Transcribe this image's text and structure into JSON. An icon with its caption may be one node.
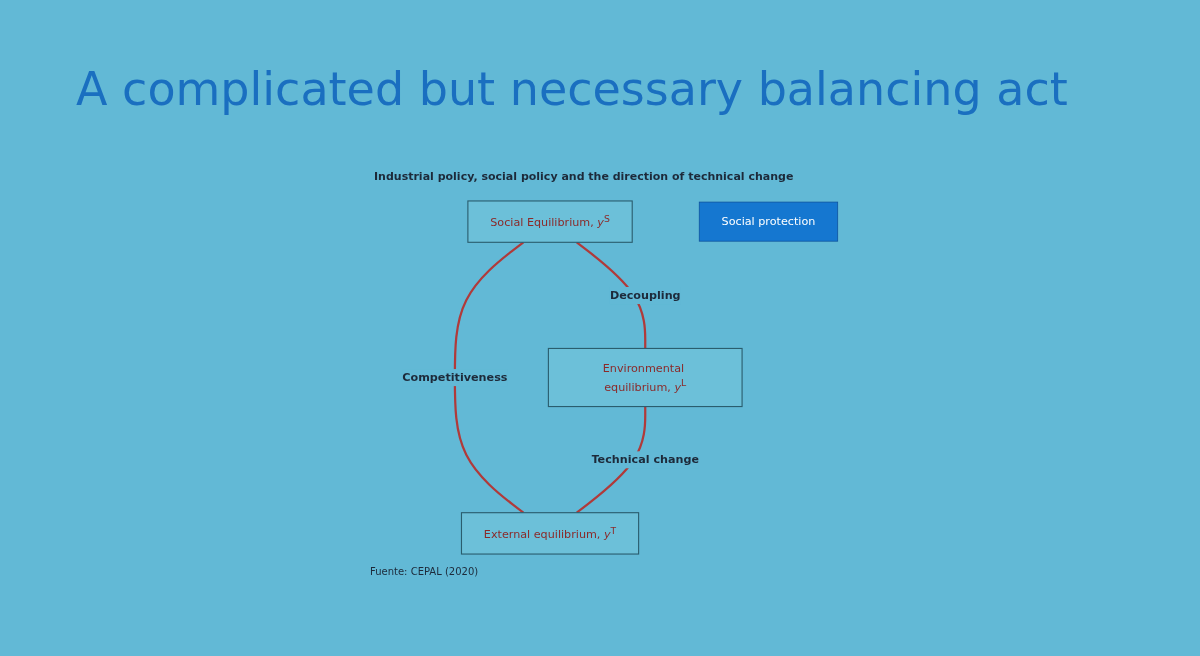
{
  "diagram": {
    "title": "A complicated but necessary balancing act",
    "caption": "Fuente: CEPAL (2020)",
    "nodes": [
      {
        "text": [
          "Social Equilibrium, *y*$^{S}$"
        ]
      },
      {
        "text": [
          "Environmental equilibrium, *y*$^{L}$"
        ]
      },
      {
        "text": [
          "Social protection"
        ]
      },
      {
        "text": [
          "External equilibrium, *y*$^{T}$"
        ]
      }
    ],
    "edges": [
      {
        "from": 0,
        "to": 1,
        "arrow": "none",
        "label": "Decoupling"
      },
      {
        "from": 0,
        "to": 3,
        "arrow": "none",
        "label": "Competitiveness"
      },
      {
        "from": 1,
        "to": 3,
        "arrow": "none",
        "label": "Technical change"
      }
    ],
    "labels": [
      "Industrial policy, social policy and the direction of technical change"
    ]
  }
}
